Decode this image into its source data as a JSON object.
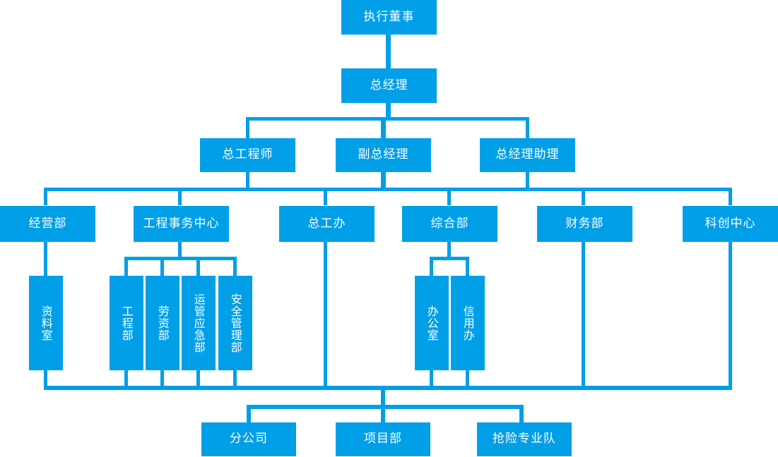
{
  "diagram": {
    "type": "organization-chart",
    "title": "",
    "accent_color": "#009fe8",
    "background_color": "#ffffff",
    "text_color": "#ffffff",
    "orientation": "top-down",
    "levels": [
      {
        "level": 1,
        "nodes": [
          {
            "id": "exec-director",
            "label": "执行董事",
            "orientation": "horizontal"
          }
        ]
      },
      {
        "level": 2,
        "nodes": [
          {
            "id": "general-manager",
            "label": "总经理",
            "orientation": "horizontal"
          }
        ]
      },
      {
        "level": 3,
        "nodes": [
          {
            "id": "chief-engineer",
            "label": "总工程师",
            "orientation": "horizontal"
          },
          {
            "id": "deputy-general-manager",
            "label": "副总经理",
            "orientation": "horizontal"
          },
          {
            "id": "gm-assistant",
            "label": "总经理助理",
            "orientation": "horizontal"
          }
        ]
      },
      {
        "level": 4,
        "nodes": [
          {
            "id": "management-dept",
            "label": "经营部",
            "orientation": "horizontal"
          },
          {
            "id": "engineering-affairs-center",
            "label": "工程事务中心",
            "orientation": "horizontal"
          },
          {
            "id": "chief-engineer-office",
            "label": "总工办",
            "orientation": "horizontal"
          },
          {
            "id": "general-affairs-dept",
            "label": "综合部",
            "orientation": "horizontal"
          },
          {
            "id": "finance-dept",
            "label": "财务部",
            "orientation": "horizontal"
          },
          {
            "id": "innovation-center",
            "label": "科创中心",
            "orientation": "horizontal"
          }
        ]
      },
      {
        "level": 5,
        "nodes": [
          {
            "id": "archives-room",
            "label": "资料室",
            "orientation": "vertical",
            "parent": "management-dept"
          },
          {
            "id": "engineering-dept",
            "label": "工程部",
            "orientation": "vertical",
            "parent": "engineering-affairs-center"
          },
          {
            "id": "labor-dept",
            "label": "劳资部",
            "orientation": "vertical",
            "parent": "engineering-affairs-center"
          },
          {
            "id": "operations-emergency-dept",
            "label": "运管应急部",
            "orientation": "vertical",
            "parent": "engineering-affairs-center"
          },
          {
            "id": "safety-management-dept",
            "label": "安全管理部",
            "orientation": "vertical",
            "parent": "engineering-affairs-center"
          },
          {
            "id": "office",
            "label": "办公室",
            "orientation": "vertical",
            "parent": "general-affairs-dept"
          },
          {
            "id": "credit-office",
            "label": "信用办",
            "orientation": "vertical",
            "parent": "general-affairs-dept"
          }
        ]
      },
      {
        "level": 6,
        "nodes": [
          {
            "id": "branch-company",
            "label": "分公司",
            "orientation": "horizontal"
          },
          {
            "id": "project-dept",
            "label": "项目部",
            "orientation": "horizontal"
          },
          {
            "id": "emergency-rescue-team",
            "label": "抢险专业队",
            "orientation": "horizontal"
          }
        ]
      }
    ]
  }
}
